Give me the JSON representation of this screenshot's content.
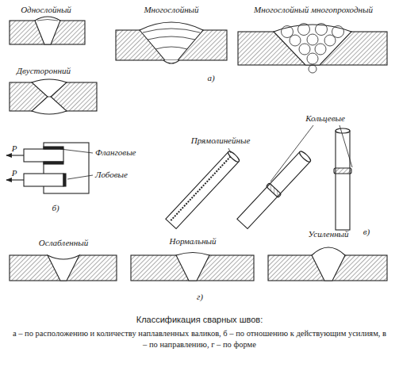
{
  "diagram": {
    "title": "Классификация сварных швов:",
    "caption": "а – по расположению и количеству наплавленных валиков, б – по отношению к действующим усилиям, в – по направлению, г – по форме",
    "labels": [
      "Однослойный",
      "Многослойный",
      "Многослойный многопроходный",
      "Двусторонний",
      "а)",
      "Р",
      "Фланговые",
      "Р",
      "Лобовые",
      "б)",
      "Прямолинейные",
      "Кольцевые",
      "в)",
      "Ослабленный",
      "Нормальный",
      "Усиленный",
      "г)"
    ]
  }
}
